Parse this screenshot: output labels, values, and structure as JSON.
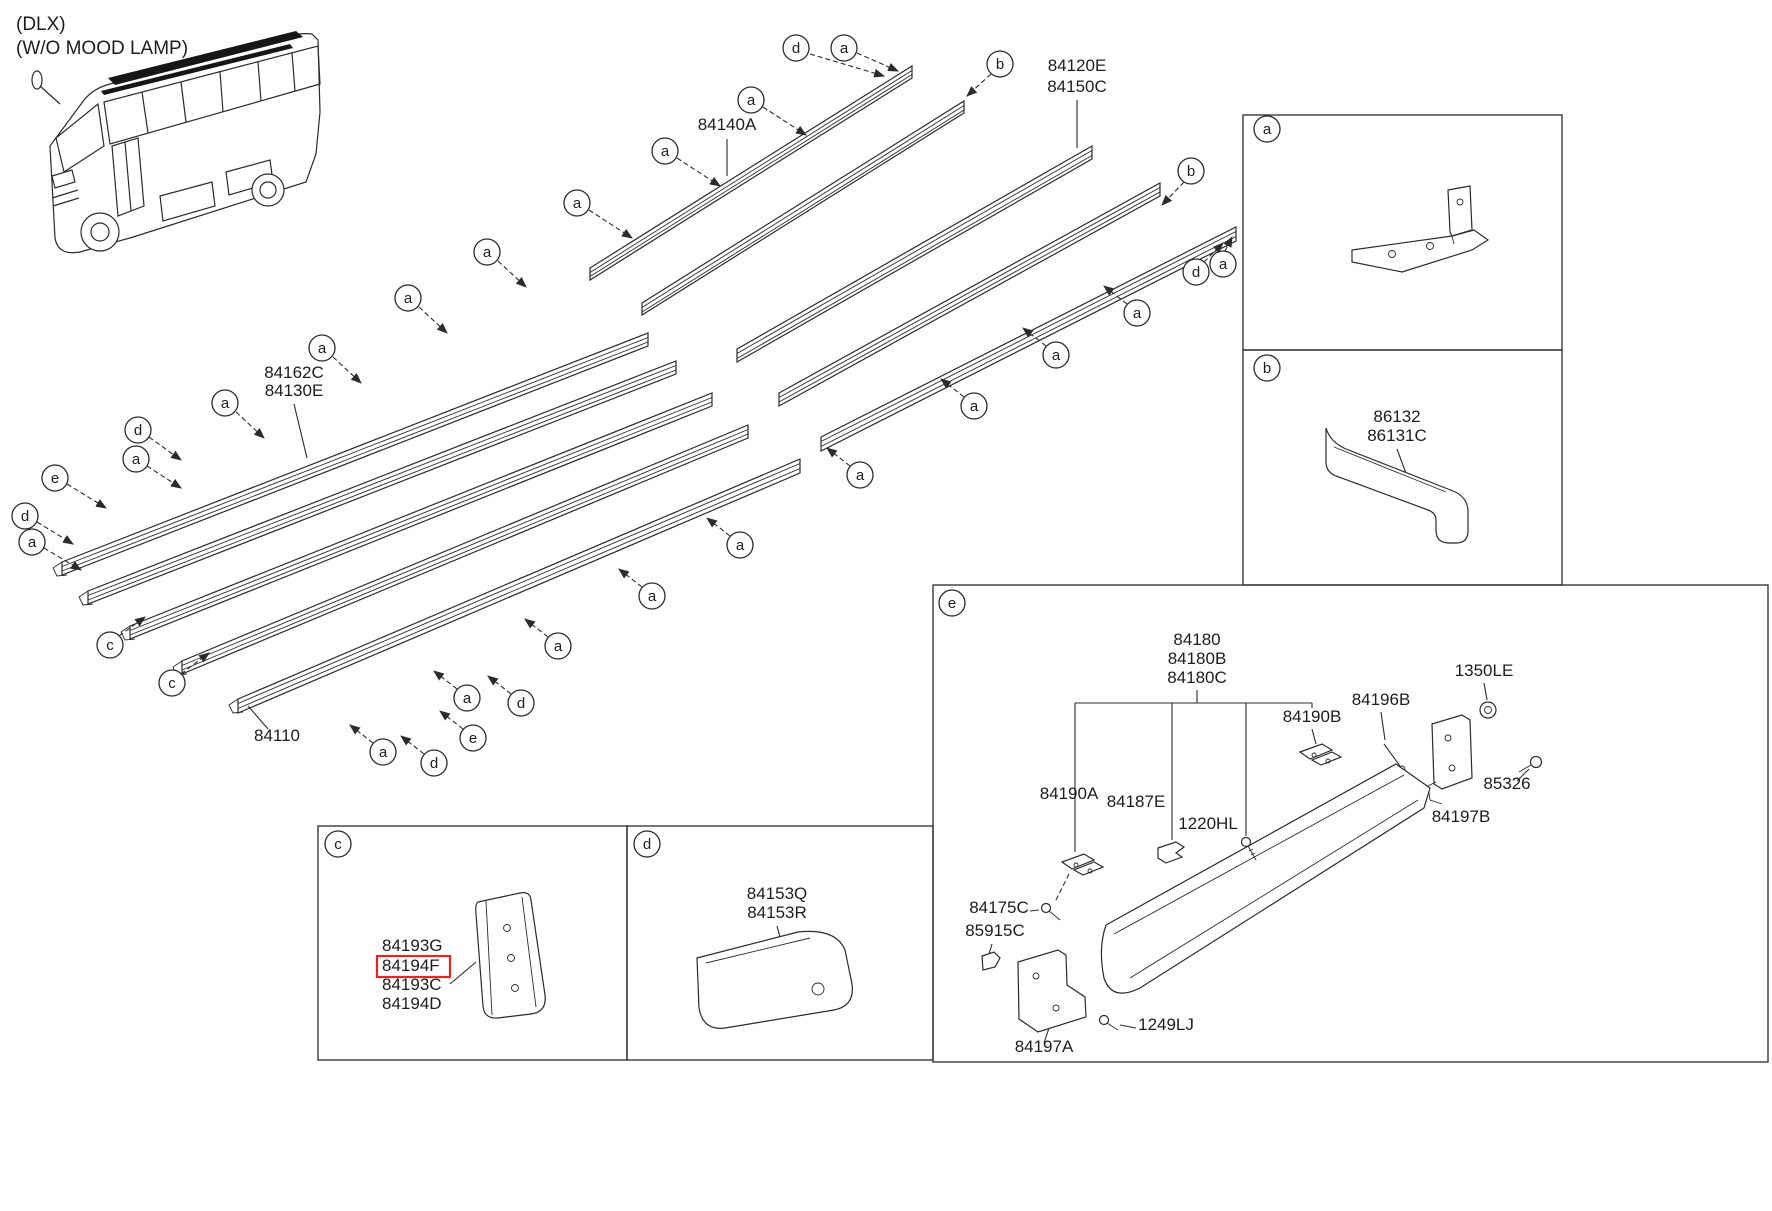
{
  "meta": {
    "variant": "(DLX)",
    "note": "(W/O MOOD LAMP)"
  },
  "callout_letters": {
    "a": "a",
    "b": "b",
    "c": "c",
    "d": "d",
    "e": "e"
  },
  "main_view": {
    "labels": {
      "84140A": "84140A",
      "84120E": "84120E",
      "84150C": "84150C",
      "84162C": "84162C",
      "84130E": "84130E",
      "84110": "84110"
    }
  },
  "inset_a": {
    "letter": "a"
  },
  "inset_b": {
    "letter": "b",
    "labels": {
      "86132": "86132",
      "86131C": "86131C"
    }
  },
  "inset_c": {
    "letter": "c",
    "labels": {
      "84193G": "84193G",
      "84194F": "84194F",
      "84193C": "84193C",
      "84194D": "84194D"
    },
    "highlighted_part": "84194F"
  },
  "inset_d": {
    "letter": "d",
    "labels": {
      "84153Q": "84153Q",
      "84153R": "84153R"
    }
  },
  "inset_e": {
    "letter": "e",
    "labels": {
      "84180": "84180",
      "84180B": "84180B",
      "84180C": "84180C",
      "84190B": "84190B",
      "84196B": "84196B",
      "1350LE": "1350LE",
      "84190A": "84190A",
      "84187E": "84187E",
      "1220HL": "1220HL",
      "85326": "85326",
      "84197B": "84197B",
      "84175C": "84175C",
      "85915C": "85915C",
      "1249LJ": "1249LJ",
      "84197A": "84197A"
    }
  },
  "colors": {
    "line": "#2b2b2b",
    "highlight": "#e8251f",
    "background": "#ffffff"
  }
}
